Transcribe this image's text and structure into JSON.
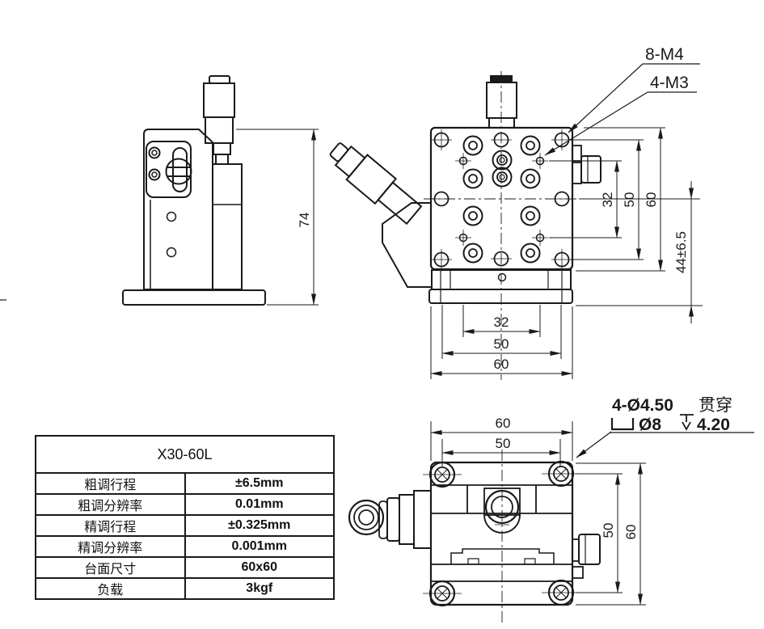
{
  "spec_table": {
    "title": "X30-60L",
    "rows": [
      {
        "label": "粗调行程",
        "value": "±6.5mm"
      },
      {
        "label": "粗调分辨率",
        "value": "0.01mm"
      },
      {
        "label": "精调行程",
        "value": "±0.325mm"
      },
      {
        "label": "精调分辨率",
        "value": "0.001mm"
      },
      {
        "label": "台面尺寸",
        "value": "60x60"
      },
      {
        "label": "负载",
        "value": "3kgf"
      }
    ]
  },
  "callouts": {
    "top_thread": "8-M4",
    "top_thread_small": "4-M3",
    "hole_count_dia": "4-Ø4.50",
    "hole_through": "贯穿",
    "cbore_dia": "Ø8",
    "cbore_depth": "4.20"
  },
  "dimensions": {
    "front_height": "74",
    "top_width": [
      "32",
      "50",
      "60"
    ],
    "top_height": [
      "32",
      "50",
      "60"
    ],
    "top_total_height": "44±6.5",
    "bottom_width": "60",
    "bottom_hole_span_x": "50",
    "bottom_hole_span_y": "50",
    "bottom_height": "60"
  },
  "colors": {
    "line": "#1a1a1a",
    "background": "#ffffff"
  }
}
